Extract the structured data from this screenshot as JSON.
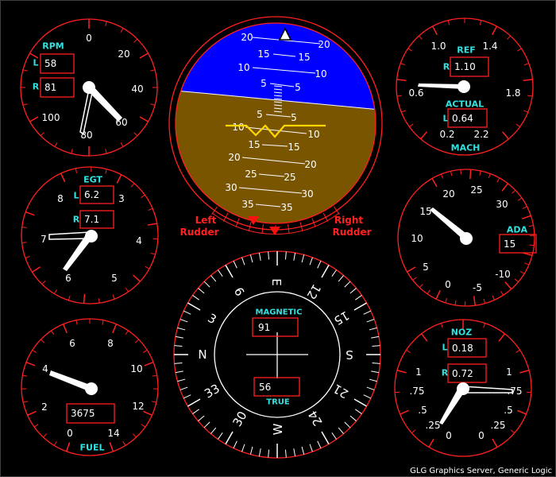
{
  "colors": {
    "background": "#000000",
    "bezel": "#ff2020",
    "label": "#33e0e0",
    "sky": "#0000ff",
    "ground": "#7a5500",
    "aircraft_symbol": "#ffd700"
  },
  "rpm": {
    "title": "RPM",
    "ticks": [
      "0",
      "20",
      "40",
      "60",
      "80",
      "100"
    ],
    "left_tag": "L",
    "left_value": "58",
    "right_tag": "R",
    "right_value": "81"
  },
  "egt": {
    "title": "EGT",
    "ticks": [
      "8",
      "3",
      "4",
      "5",
      "6",
      "7"
    ],
    "left_tag": "L",
    "left_value": "6.2",
    "right_tag": "R",
    "right_value": "7.1"
  },
  "fuel": {
    "title": "FUEL",
    "ticks": [
      "2",
      "4",
      "6",
      "8",
      "10",
      "12",
      "0",
      "14"
    ],
    "value": "3675"
  },
  "attitude": {
    "pitch_up": [
      "20",
      "15",
      "10",
      "5"
    ],
    "pitch_down": [
      "5",
      "10",
      "15",
      "20",
      "25",
      "30",
      "35"
    ],
    "left_rudder": "Left",
    "left_rudder_2": "Rudder",
    "right_rudder": "Right",
    "right_rudder_2": "Rudder"
  },
  "heading": {
    "cardinals": [
      "E",
      "12",
      "15",
      "S",
      "21",
      "24",
      "W",
      "30",
      "33",
      "N",
      "3",
      "6"
    ],
    "magnetic_label": "MAGNETIC",
    "magnetic_value": "91",
    "true_label": "TRUE",
    "true_value": "56"
  },
  "mach": {
    "ref_label": "REF",
    "ref_tag": "R",
    "ref_value": "1.10",
    "actual_label": "ACTUAL",
    "actual_tag": "L",
    "actual_value": "0.64",
    "title": "MACH",
    "ticks": [
      "1.0",
      "1.4",
      "0.6",
      "1.8",
      "0.2",
      "2.2"
    ]
  },
  "ada": {
    "title": "ADA",
    "value": "15",
    "ticks": [
      "20",
      "25",
      "30",
      "15",
      "10",
      "5",
      "0",
      "-5",
      "-10"
    ]
  },
  "noz": {
    "title": "NOZ",
    "left_tag": "L",
    "left_value": "0.18",
    "right_tag": "R",
    "right_value": "0.72",
    "ticks": [
      "1",
      "1",
      ".75",
      ".75",
      ".5",
      ".5",
      ".25",
      ".25",
      "0",
      "0"
    ]
  },
  "footer": "GLG Graphics Server, Generic Logic"
}
